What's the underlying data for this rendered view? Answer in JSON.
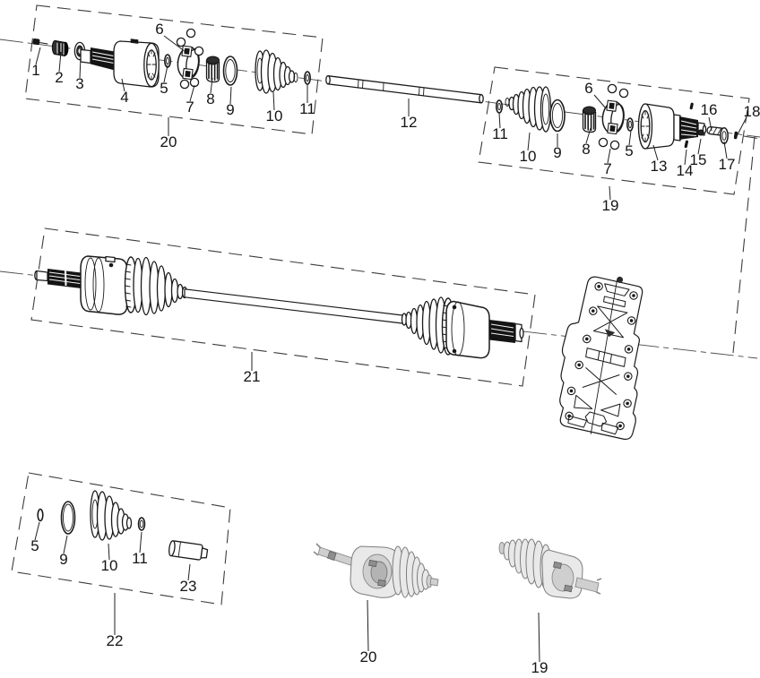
{
  "callouts": {
    "outer_joint_kit": {
      "box_label": "20",
      "parts": [
        "1",
        "2",
        "3",
        "4",
        "5",
        "6",
        "7",
        "8",
        "9",
        "10",
        "11"
      ]
    },
    "drive_shaft_label": "12",
    "inner_joint_kit": {
      "box_label": "19",
      "parts": [
        "11",
        "10",
        "9",
        "8",
        "6",
        "7",
        "5",
        "13",
        "14",
        "15",
        "16",
        "17",
        "18"
      ]
    },
    "axle_assembly_label": "21",
    "boot_kit": {
      "box_label": "22",
      "parts": [
        "5",
        "9",
        "10",
        "11",
        "23"
      ]
    },
    "assembled_outer_joint_label": "20",
    "assembled_inner_joint_label": "19"
  },
  "colors": {
    "line": "#1a1a1a",
    "label": "#141414",
    "background": "#ffffff",
    "shaded_render": "#d9d9d9"
  }
}
